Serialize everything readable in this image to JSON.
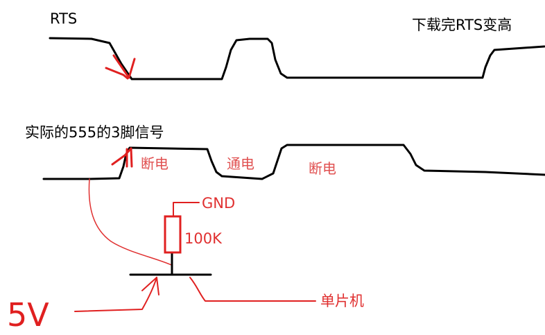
{
  "labels": {
    "rts": "RTS",
    "rts_note": "下载完RTS变高",
    "pin3": "实际的555的3脚信号",
    "off1": "断电",
    "on": "通电",
    "off2": "断电",
    "gnd": "GND",
    "resistor": "100K",
    "mcu": "单片机",
    "supply": "5V"
  },
  "colors": {
    "signal": "#000000",
    "annotation": "#e02020"
  }
}
